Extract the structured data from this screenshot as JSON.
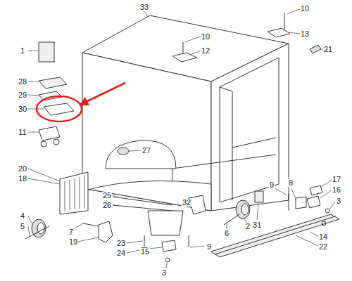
{
  "diagram": {
    "labels": [
      "33",
      "10",
      "13",
      "10",
      "12",
      "21",
      "1",
      "28",
      "29",
      "30",
      "11",
      "27",
      "20",
      "18",
      "25",
      "26",
      "8",
      "17",
      "16",
      "3",
      "9",
      "32",
      "6",
      "2",
      "31",
      "4",
      "5",
      "7",
      "19",
      "23",
      "24",
      "15",
      "3",
      "9",
      "14",
      "22"
    ]
  }
}
